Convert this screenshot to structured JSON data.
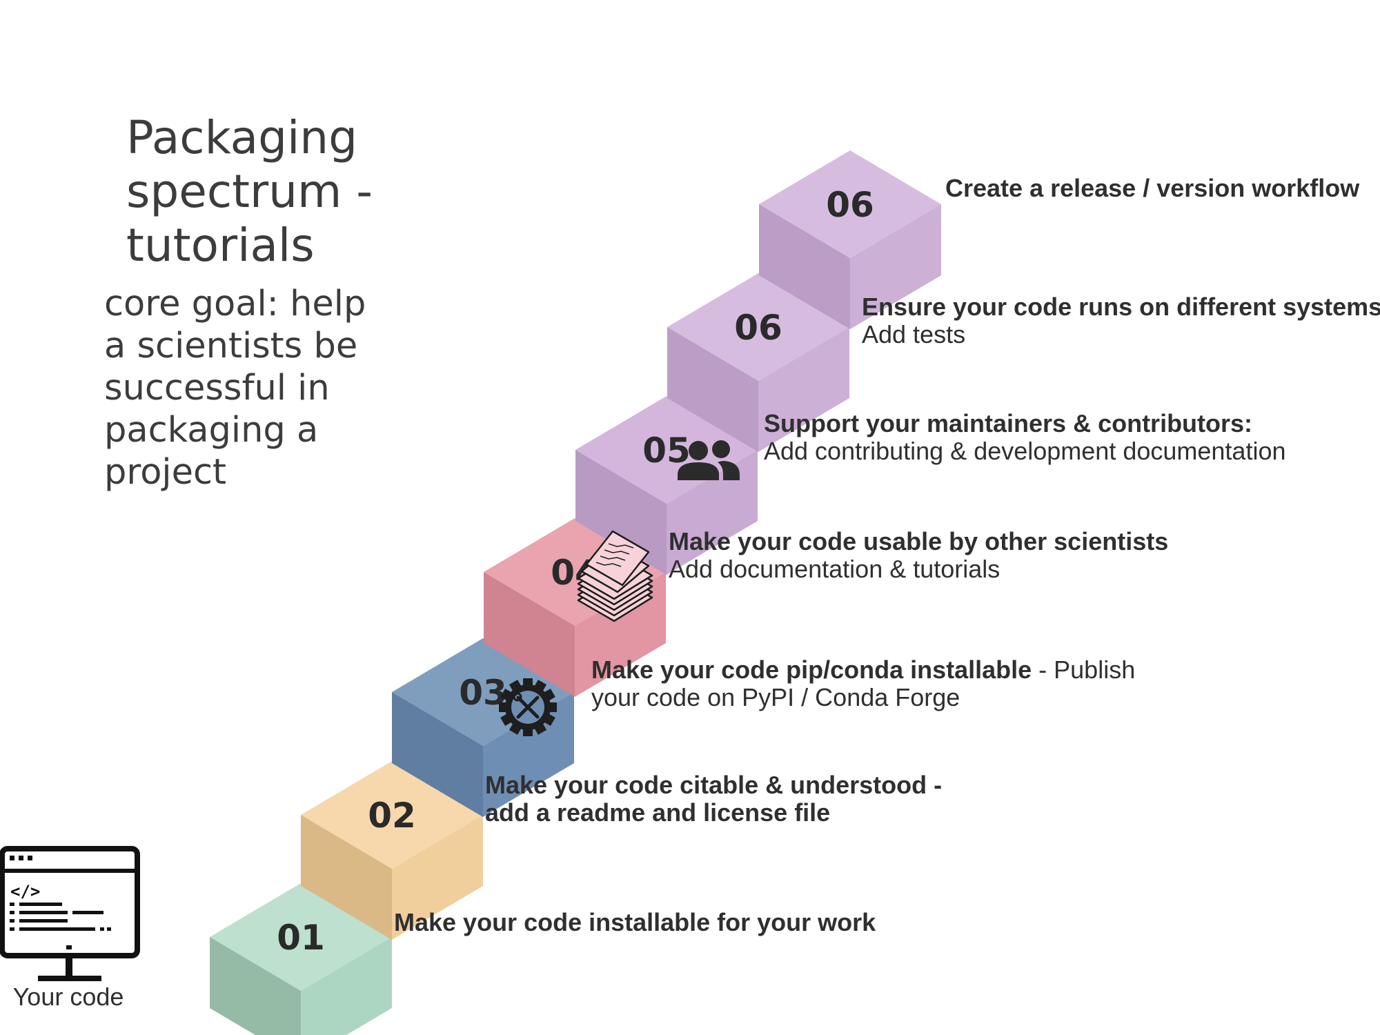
{
  "title": [
    "Packaging",
    "spectrum -",
    "tutorials"
  ],
  "goal": [
    "core goal: help",
    "a scientists be",
    "successful in",
    "packaging a",
    "project"
  ],
  "computer_caption": "Your code",
  "steps": [
    {
      "number": "01",
      "colors": {
        "top": "#bde0cf",
        "left": "#95bba6",
        "right": "#acd6c2"
      },
      "lines": [
        {
          "bold": "Make your code installable for your work",
          "normal": ""
        }
      ]
    },
    {
      "number": "02",
      "colors": {
        "top": "#f6d8ac",
        "left": "#dab987",
        "right": "#f0cf9d"
      },
      "lines": [
        {
          "bold": "Make your code citable & understood -",
          "normal": ""
        },
        {
          "bold": "add a readme and license file",
          "normal": ""
        }
      ]
    },
    {
      "number": "03",
      "colors": {
        "top": "#7f9ebe",
        "left": "#5f7ea1",
        "right": "#6f8eb3"
      },
      "lines": [
        {
          "bold": "Make your code pip/conda installable",
          "normal": "  - Publish"
        },
        {
          "bold": "",
          "normal": "your code on PyPI / Conda Forge"
        }
      ]
    },
    {
      "number": "04",
      "colors": {
        "top": "#e9a4b0",
        "left": "#d08391",
        "right": "#e295a3"
      },
      "lines": [
        {
          "bold": "Make your code usable by other scientists",
          "normal": ""
        },
        {
          "bold": "",
          "normal": "Add documentation & tutorials"
        }
      ]
    },
    {
      "number": "05",
      "colors": {
        "top": "#d4b6dd",
        "left": "#b89ac3",
        "right": "#c9aad3"
      },
      "lines": [
        {
          "bold": "Support your maintainers & contributors:",
          "normal": ""
        },
        {
          "bold": "",
          "normal": "Add contributing & development documentation"
        }
      ]
    },
    {
      "number": "06",
      "colors": {
        "top": "#d6bde0",
        "left": "#bb9dc6",
        "right": "#ccb0d6"
      },
      "lines": [
        {
          "bold": "Ensure your code runs on different systems:",
          "normal": "  -"
        },
        {
          "bold": "",
          "normal": "Add tests"
        }
      ]
    },
    {
      "number": "06",
      "colors": {
        "top": "#d6bde0",
        "left": "#bb9dc6",
        "right": "#ccb0d6"
      },
      "lines": [
        {
          "bold": "Create a release / version workflow",
          "normal": ""
        }
      ]
    }
  ]
}
